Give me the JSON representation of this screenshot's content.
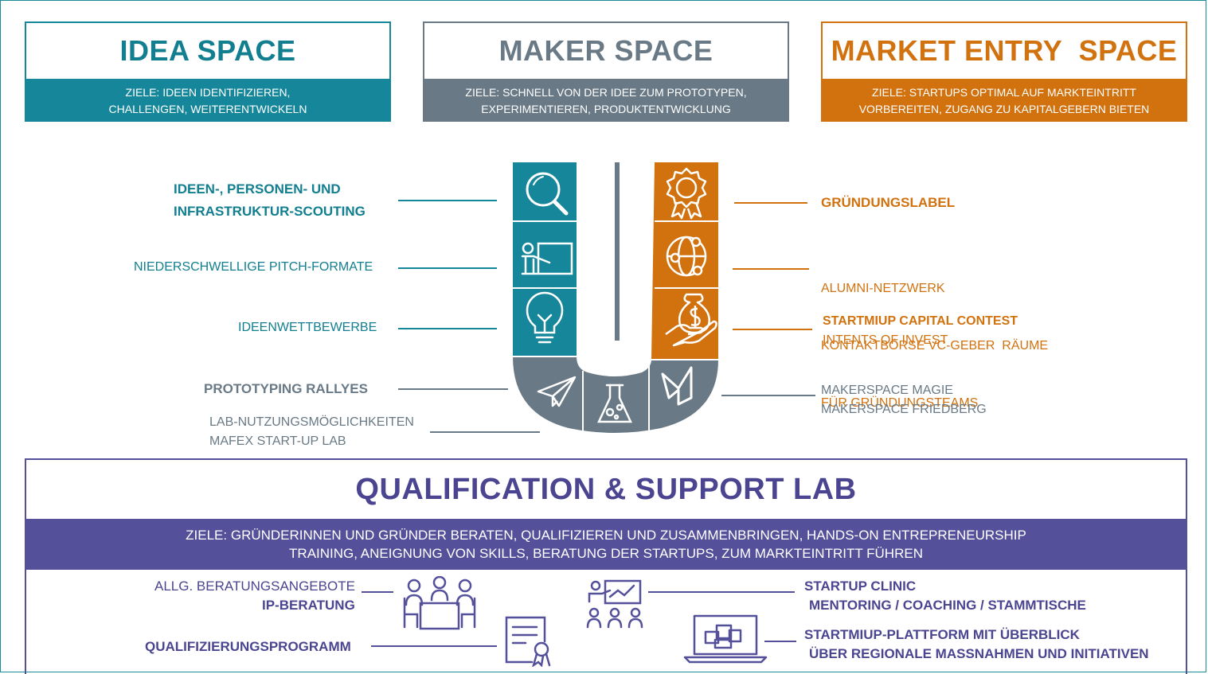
{
  "spaces": [
    {
      "title": "IDEA SPACE",
      "goal_line1": "ZIELE: IDEEN IDENTIFIZIEREN,",
      "goal_line2": "CHALLENGEN, WEITERENTWICKELN",
      "color": "#16879a"
    },
    {
      "title": "MAKER SPACE",
      "goal_line1": "ZIELE: SCHNELL VON DER IDEE ZUM PROTOTYPEN,",
      "goal_line2": "EXPERIMENTIEREN, PRODUKTENTWICKLUNG",
      "color": "#697a86"
    },
    {
      "title": "MARKET ENTRY  SPACE",
      "goal_line1": "ZIELE: STARTUPS OPTIMAL AUF MARKTEINTRITT",
      "goal_line2": "VORBEREITEN, ZUGANG ZU KAPITALGEBERN BIETEN",
      "color": "#d1720f"
    }
  ],
  "left_items": {
    "scouting_1": "IDEEN-, PERSONEN- UND",
    "scouting_2": "INFRASTRUKTUR-SCOUTING",
    "pitch": "NIEDERSCHWELLIGE PITCH-FORMATE",
    "wettbewerbe": "IDEENWETTBEWERBE",
    "rallyes": "PROTOTYPING RALLYES",
    "lab_1": "LAB-NUTZUNGSMÖGLICHKEITEN",
    "lab_2": "MAFEX START-UP LAB"
  },
  "right_items": {
    "label": "GRÜNDUNGSLABEL",
    "alumni_1": "ALUMNI-NETZWERK",
    "alumni_2": "KONTAKTBÖRSE VC-GEBER  RÄUME",
    "alumni_3": "FÜR GRÜNDUNGSTEAMS",
    "contest_1": "STARTMIUP CAPITAL CONTEST",
    "contest_2": "INTENTS OF INVEST",
    "maker_1": "MAKERSPACE MAGIE",
    "maker_2": "MAKERSPACE FRIEDBERG"
  },
  "u_icons": [
    "magnifier-icon",
    "presenter-icon",
    "lightbulb-icon",
    "paper-plane-icon",
    "flask-icon",
    "m-logo-icon",
    "award-icon",
    "globe-network-icon",
    "money-bag-hand-icon"
  ],
  "qualification": {
    "title": "QUALIFICATION & SUPPORT LAB",
    "goal_line1": "ZIELE: GRÜNDERINNEN UND GRÜNDER BERATEN, QUALIFIZIEREN UND ZUSAMMENBRINGEN, HANDS-ON ENTREPRENEURSHIP",
    "goal_line2": "TRAINING, ANEIGNUNG VON SKILLS, BERATUNG DER STARTUPS, ZUM MARKTEINTRITT FÜHREN",
    "items": {
      "beratung": "ALLG. BERATUNGSANGEBOTE",
      "ip": "IP-BERATUNG",
      "programm": "QUALIFIZIERUNGSPROGRAMM",
      "clinic": "STARTUP CLINIC",
      "mentoring": "MENTORING / COACHING / STAMMTISCHE",
      "plattform_1": "STARTMIUP-PLATTFORM MIT ÜBERBLICK",
      "plattform_2": "ÜBER REGIONALE MASSNAHMEN UND INITIATIVEN"
    },
    "color": "#54509a"
  }
}
